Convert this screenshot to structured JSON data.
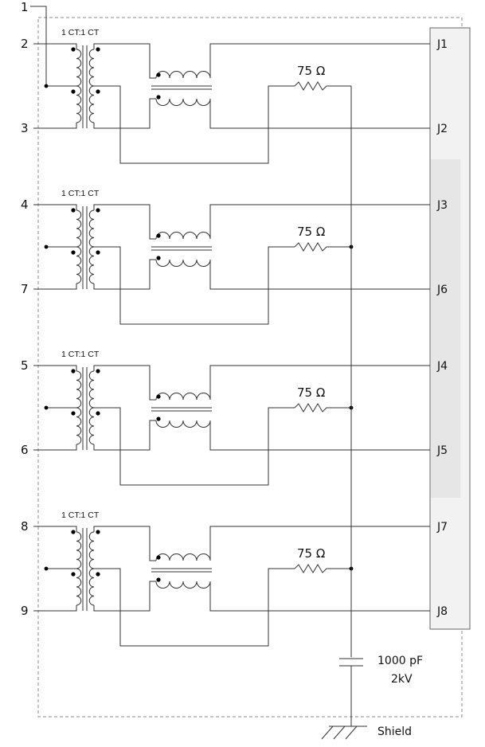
{
  "pin_labels": {
    "p1": "1",
    "channels": [
      {
        "top": "2",
        "bottom": "3"
      },
      {
        "top": "4",
        "bottom": "7"
      },
      {
        "top": "5",
        "bottom": "6"
      },
      {
        "top": "8",
        "bottom": "9"
      }
    ]
  },
  "jack_labels": [
    {
      "top": "J1",
      "bottom": "J2"
    },
    {
      "top": "J3",
      "bottom": "J6"
    },
    {
      "top": "J4",
      "bottom": "J5"
    },
    {
      "top": "J7",
      "bottom": "J8"
    }
  ],
  "transformer_ratio": "1 CT:1 CT",
  "resistor_value": "75 Ω",
  "capacitor": {
    "value": "1000 pF",
    "voltage": "2kV"
  },
  "shield_label": "Shield",
  "colors": {
    "line": "#333333",
    "frame": "#8a8a8a",
    "connector_fill": "#eeeeee"
  }
}
